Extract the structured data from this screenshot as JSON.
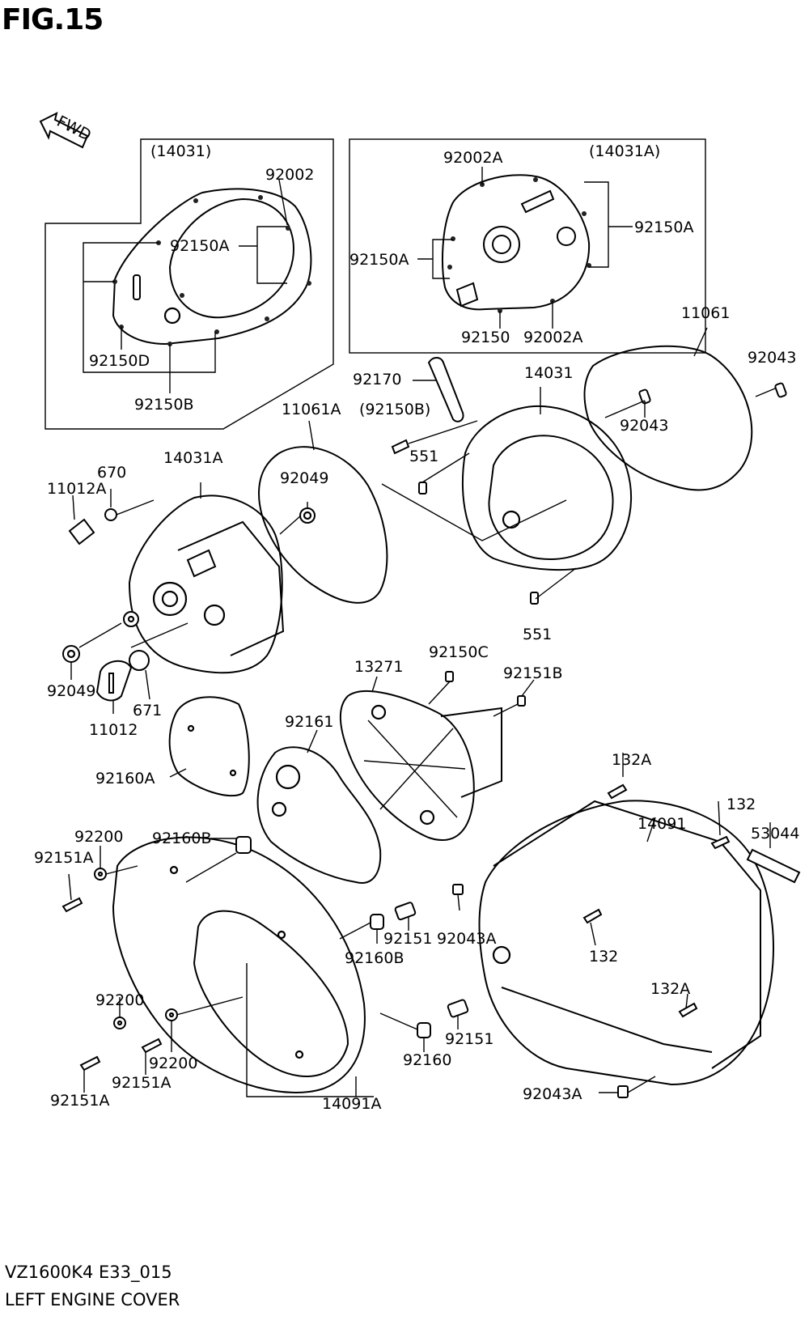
{
  "figure": {
    "title": "FIG.15",
    "code": "VZ1600K4 E33_015",
    "name": "LEFT ENGINE COVER"
  },
  "fwd_label": "FWD",
  "part_labels": {
    "box1_assy": "(14031)",
    "box1_92002": "92002",
    "box1_92150A": "92150A",
    "box1_92150D": "92150D",
    "box1_92150B": "92150B",
    "box2_92002A_top": "92002A",
    "box2_assy": "(14031A)",
    "box2_92150A_right": "92150A",
    "box2_92150A_left": "92150A",
    "box2_92150": "92150",
    "box2_92002A_bottom": "92002A",
    "p11061": "11061",
    "p92043_a": "92043",
    "p92043_b": "92043",
    "p92170": "92170",
    "p14031": "14031",
    "p92150B_paren": "(92150B)",
    "p11061A": "11061A",
    "p551_a": "551",
    "p551_b": "551",
    "p14031A": "14031A",
    "p670": "670",
    "p11012A": "11012A",
    "p92049_a": "92049",
    "p92049_b": "92049",
    "p671": "671",
    "p11012": "11012",
    "p92150C": "92150C",
    "p13271": "13271",
    "p92151B": "92151B",
    "p92161": "92161",
    "p92160A": "92160A",
    "p132A_a": "132A",
    "p132_a": "132",
    "p14091": "14091",
    "p53044": "53044",
    "p92200_a": "92200",
    "p92160B_a": "92160B",
    "p92151A_a": "92151A",
    "p92043A_a": "92043A",
    "p92151_a": "92151",
    "p92160B_b": "92160B",
    "p132_b": "132",
    "p132A_b": "132A",
    "p92200_b": "92200",
    "p92151_b": "92151",
    "p92200_c": "92200",
    "p92160": "92160",
    "p92151A_b": "92151A",
    "p92151A_c": "92151A",
    "p14091A": "14091A",
    "p92043A_b": "92043A"
  }
}
